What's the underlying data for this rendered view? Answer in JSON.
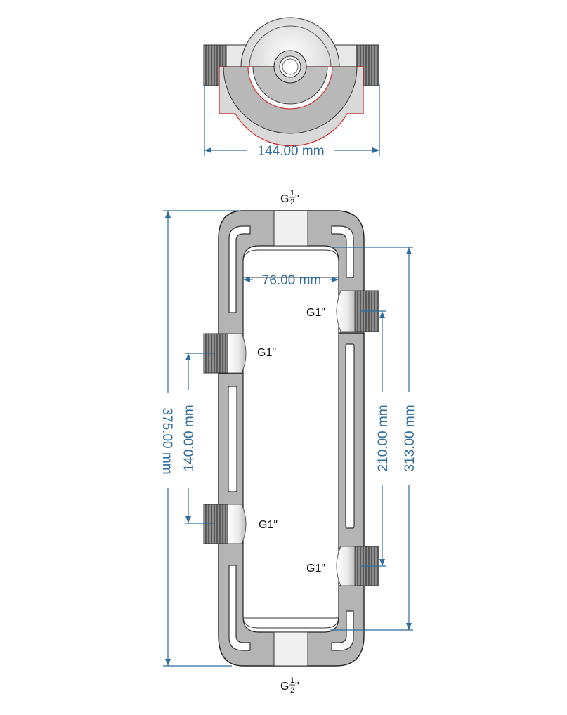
{
  "top_view": {
    "width_dim": "144.00 mm"
  },
  "front_view": {
    "top_port": {
      "label": "G",
      "num": "1",
      "den": "2",
      "quote": "\""
    },
    "bottom_port": {
      "label": "G",
      "num": "1",
      "den": "2",
      "quote": "\""
    },
    "side_ports": [
      "G1\"",
      "G1\"",
      "G1\"",
      "G1\""
    ],
    "dims": {
      "overall_height": "375.00 mm",
      "left_port_spacing": "140.00 mm",
      "inner_width": "76.00 mm",
      "right_port_spacing": "210.00 mm",
      "inner_height": "313.00 mm"
    }
  },
  "colors": {
    "dimension": "#2e6d9e",
    "body": "#b4b4b4",
    "section_edge": "#cc2222"
  }
}
